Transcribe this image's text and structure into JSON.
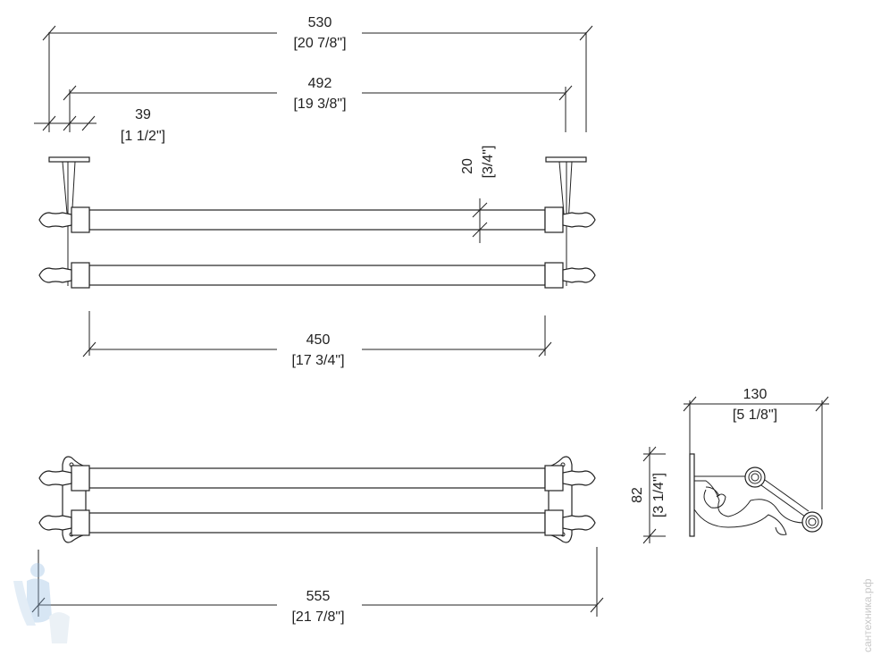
{
  "dimensions": {
    "overall_width": {
      "mm": "530",
      "inch": "[20 7/8\"]"
    },
    "bracket_centers": {
      "mm": "492",
      "inch": "[19 3/8\"]"
    },
    "bracket_offset": {
      "mm": "39",
      "inch": "[1 1/2\"]"
    },
    "rail_diameter": {
      "mm": "20",
      "inch": "[3/4\"]"
    },
    "rail_length": {
      "mm": "450",
      "inch": "[17 3/4\"]"
    },
    "total_length": {
      "mm": "555",
      "inch": "[21 7/8\"]"
    },
    "bracket_height": {
      "mm": "82",
      "inch": "[3 1/4\"]"
    },
    "projection": {
      "mm": "130",
      "inch": "[5 1/8\"]"
    }
  },
  "watermark": "сантехника.рф"
}
